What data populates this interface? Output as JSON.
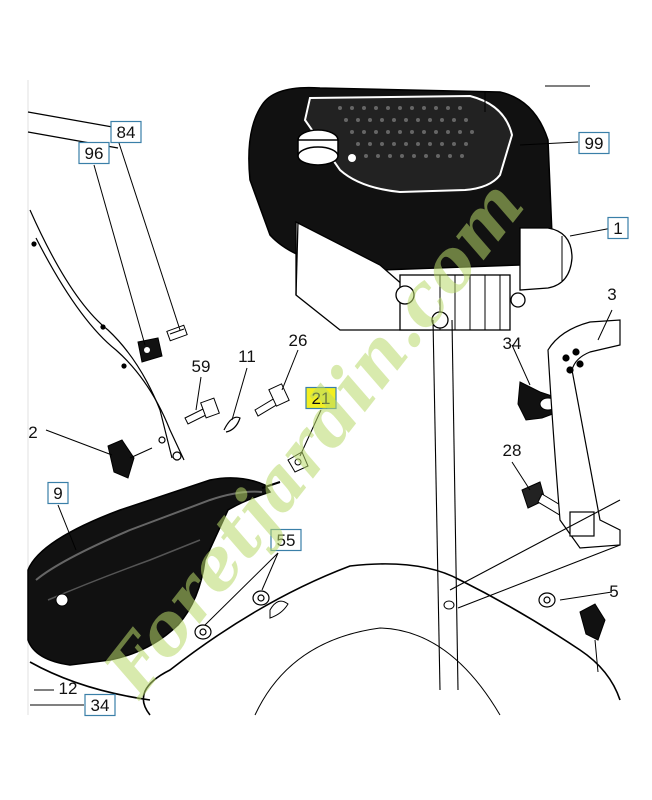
{
  "watermark": "Foretjardin.com",
  "highlight_color": "#f2ef22",
  "part_labels": [
    {
      "id": "84",
      "boxed": true
    },
    {
      "id": "96",
      "boxed": true
    },
    {
      "id": "99",
      "boxed": true
    },
    {
      "id": "59",
      "boxed": false
    },
    {
      "id": "11",
      "boxed": false
    },
    {
      "id": "26",
      "boxed": false
    },
    {
      "id": "21",
      "boxed": true,
      "highlighted": true
    },
    {
      "id": "34",
      "boxed": false
    },
    {
      "id": "28",
      "boxed": false
    },
    {
      "id": "2",
      "boxed": false
    },
    {
      "id": "9",
      "boxed": true
    },
    {
      "id": "55",
      "boxed": true
    },
    {
      "id": "12",
      "boxed": false
    },
    {
      "id": "34",
      "boxed": true
    },
    {
      "id": "3",
      "boxed": false
    },
    {
      "id": "5",
      "boxed": false
    },
    {
      "id": "1",
      "boxed": true
    }
  ]
}
